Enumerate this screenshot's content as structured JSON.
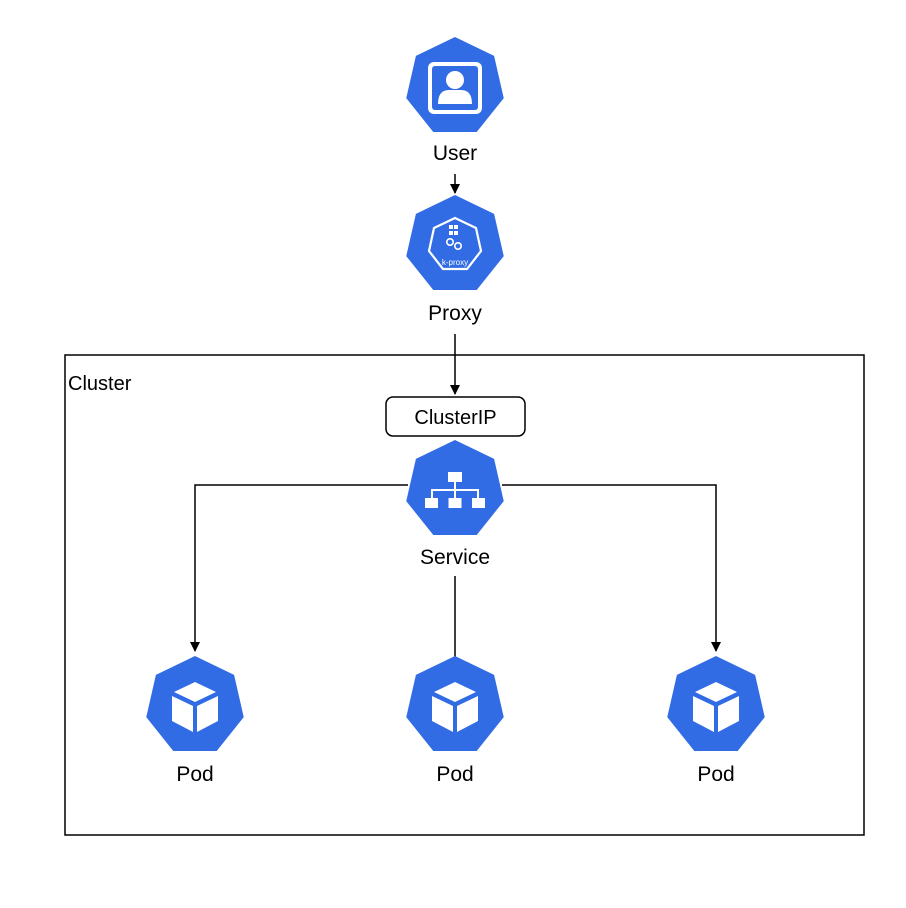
{
  "colors": {
    "k8s_blue": "#326CE5",
    "line": "#000000",
    "background": "#FFFFFF"
  },
  "nodes": {
    "user": {
      "label": "User",
      "icon": "user-icon"
    },
    "proxy": {
      "label": "Proxy",
      "icon": "k-proxy-icon",
      "icon_text": "k-proxy"
    },
    "service": {
      "label": "Service",
      "icon": "service-icon"
    },
    "pods": [
      {
        "label": "Pod",
        "icon": "pod-icon"
      },
      {
        "label": "Pod",
        "icon": "pod-icon"
      },
      {
        "label": "Pod",
        "icon": "pod-icon"
      }
    ]
  },
  "cluster": {
    "label": "Cluster"
  },
  "clusterip": {
    "label": "ClusterIP"
  },
  "edges": [
    {
      "from": "User",
      "to": "Proxy",
      "arrow": true
    },
    {
      "from": "Proxy",
      "to": "ClusterIP",
      "arrow": true
    },
    {
      "from": "Service",
      "to": "Pod (left)",
      "arrow": true
    },
    {
      "from": "Service",
      "to": "Pod (middle)",
      "arrow": false
    },
    {
      "from": "Service",
      "to": "Pod (right)",
      "arrow": true
    }
  ]
}
